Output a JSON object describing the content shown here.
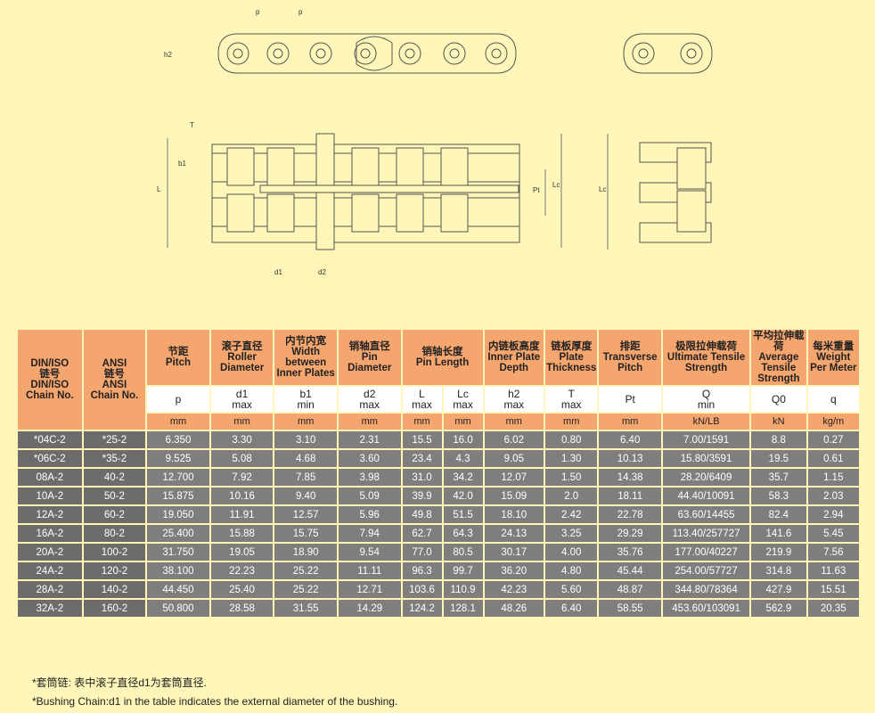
{
  "drawings": {
    "labels": {
      "p": "p",
      "h2": "h2",
      "T": "T",
      "b1": "b1",
      "L": "L",
      "Lc": "Lc",
      "Pt": "Pt",
      "d1": "d1",
      "d2": "d2",
      "Lc_side": "Lc"
    }
  },
  "table": {
    "col_first": {
      "line1": "DIN/ISO",
      "line2": "链号",
      "line3": "DIN/ISO",
      "line4": "Chain No."
    },
    "col_ansi": {
      "line1": "ANSI",
      "line2": "链号",
      "line3": "ANSI",
      "line4": "Chain No."
    },
    "headers": [
      {
        "zh": "节距",
        "en": "Pitch",
        "sym": "p",
        "sym2": "",
        "unit": "mm"
      },
      {
        "zh": "滚子直径",
        "en": "Roller Diameter",
        "sym": "d1",
        "sym2": "max",
        "unit": "mm"
      },
      {
        "zh": "内节内宽",
        "en": "Width between Inner Plates",
        "sym": "b1",
        "sym2": "min",
        "unit": "mm"
      },
      {
        "zh": "销轴直径",
        "en": "Pin Diameter",
        "sym": "d2",
        "sym2": "max",
        "unit": "mm"
      },
      {
        "zh": "销轴长度",
        "en": "Pin Length",
        "sym": "L",
        "sym2": "max",
        "unit": "mm",
        "sub": {
          "sym": "Lc",
          "sym2": "max",
          "unit": "mm"
        }
      },
      {
        "zh": "内链板高度",
        "en": "Inner Plate Depth",
        "sym": "h2",
        "sym2": "max",
        "unit": "mm"
      },
      {
        "zh": "链板厚度",
        "en": "Plate Thickness",
        "sym": "T",
        "sym2": "max",
        "unit": "mm"
      },
      {
        "zh": "排距",
        "en": "Transverse Pitch",
        "sym": "Pt",
        "sym2": "",
        "unit": "mm"
      },
      {
        "zh": "极限拉伸载荷",
        "en": "Ultimate Tensile Strength",
        "sym": "Q",
        "sym2": "min",
        "unit": "kN/LB"
      },
      {
        "zh": "平均拉伸载荷",
        "en": "Average Tensile Strength",
        "sym": "Q0",
        "sym2": "",
        "unit": "kN"
      },
      {
        "zh": "每米重量",
        "en": "Weight Per Meter",
        "sym": "q",
        "sym2": "",
        "unit": "kg/m"
      }
    ],
    "rows": [
      [
        "*04C-2",
        "*25-2",
        "6.350",
        "3.30",
        "3.10",
        "2.31",
        "15.5",
        "16.0",
        "6.02",
        "0.80",
        "6.40",
        "7.00/1591",
        "8.8",
        "0.27"
      ],
      [
        "*06C-2",
        "*35-2",
        "9.525",
        "5.08",
        "4.68",
        "3.60",
        "23.4",
        "4.3",
        "9.05",
        "1.30",
        "10.13",
        "15.80/3591",
        "19.5",
        "0.61"
      ],
      [
        "08A-2",
        "40-2",
        "12.700",
        "7.92",
        "7.85",
        "3.98",
        "31.0",
        "34.2",
        "12.07",
        "1.50",
        "14.38",
        "28.20/6409",
        "35.7",
        "1.15"
      ],
      [
        "10A-2",
        "50-2",
        "15.875",
        "10.16",
        "9.40",
        "5.09",
        "39.9",
        "42.0",
        "15.09",
        "2.0",
        "18.11",
        "44.40/10091",
        "58.3",
        "2.03"
      ],
      [
        "12A-2",
        "60-2",
        "19.050",
        "11.91",
        "12.57",
        "5.96",
        "49.8",
        "51.5",
        "18.10",
        "2.42",
        "22.78",
        "63.60/14455",
        "82.4",
        "2.94"
      ],
      [
        "16A-2",
        "80-2",
        "25.400",
        "15.88",
        "15.75",
        "7.94",
        "62.7",
        "64.3",
        "24.13",
        "3.25",
        "29.29",
        "113.40/257727",
        "141.6",
        "5.45"
      ],
      [
        "20A-2",
        "100-2",
        "31.750",
        "19.05",
        "18.90",
        "9.54",
        "77.0",
        "80.5",
        "30.17",
        "4.00",
        "35.76",
        "177.00/40227",
        "219.9",
        "7.56"
      ],
      [
        "24A-2",
        "120-2",
        "38.100",
        "22.23",
        "25.22",
        "11.11",
        "96.3",
        "99.7",
        "36.20",
        "4.80",
        "45.44",
        "254.00/57727",
        "314.8",
        "11.63"
      ],
      [
        "28A-2",
        "140-2",
        "44.450",
        "25.40",
        "25.22",
        "12.71",
        "103.6",
        "110.9",
        "42.23",
        "5.60",
        "48.87",
        "344.80/78364",
        "427.9",
        "15.51"
      ],
      [
        "32A-2",
        "160-2",
        "50.800",
        "28.58",
        "31.55",
        "14.29",
        "124.2",
        "128.1",
        "48.26",
        "6.40",
        "58.55",
        "453.60/103091",
        "562.9",
        "20.35"
      ]
    ]
  },
  "notes": {
    "zh": "*套筒链: 表中滚子直径d1为套筒直径.",
    "en": "*Bushing Chain:d1 in the table indicates the external diameter of the bushing."
  },
  "colors": {
    "bg": "#fdf6b8",
    "header": "#f5a56e",
    "row": "#7f7e7d",
    "line": "#555555",
    "part": "#fdf6b8"
  }
}
